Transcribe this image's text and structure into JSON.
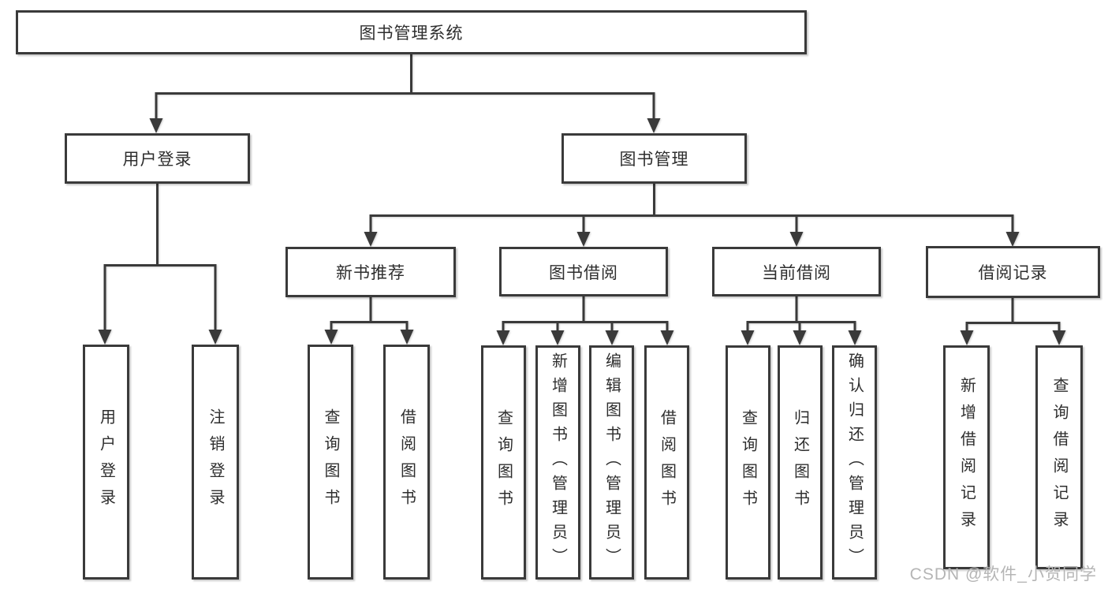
{
  "tree": {
    "root": {
      "label": "图书管理系统"
    },
    "children": [
      {
        "label": "用户登录",
        "children": [
          {
            "label": "用户登录"
          },
          {
            "label": "注销登录"
          }
        ]
      },
      {
        "label": "图书管理",
        "children": [
          {
            "label": "新书推荐",
            "children": [
              {
                "label": "查询图书"
              },
              {
                "label": "借阅图书"
              }
            ]
          },
          {
            "label": "图书借阅",
            "children": [
              {
                "label": "查询图书"
              },
              {
                "label": "新增图书（管理员）"
              },
              {
                "label": "编辑图书（管理员）"
              },
              {
                "label": "借阅图书"
              }
            ]
          },
          {
            "label": "当前借阅",
            "children": [
              {
                "label": "查询图书"
              },
              {
                "label": "归还图书"
              },
              {
                "label": "确认归还（管理员）"
              }
            ]
          },
          {
            "label": "借阅记录",
            "children": [
              {
                "label": "新增借阅记录"
              },
              {
                "label": "查询借阅记录"
              }
            ]
          }
        ]
      }
    ]
  },
  "watermark": {
    "text": "CSDN @软件_小贺同学"
  },
  "colors": {
    "line": "#3a3a3a",
    "text": "#2e2e2e",
    "watermark": "#b5b5b5",
    "bg": "#ffffff",
    "box_bg": "#ffffff"
  }
}
